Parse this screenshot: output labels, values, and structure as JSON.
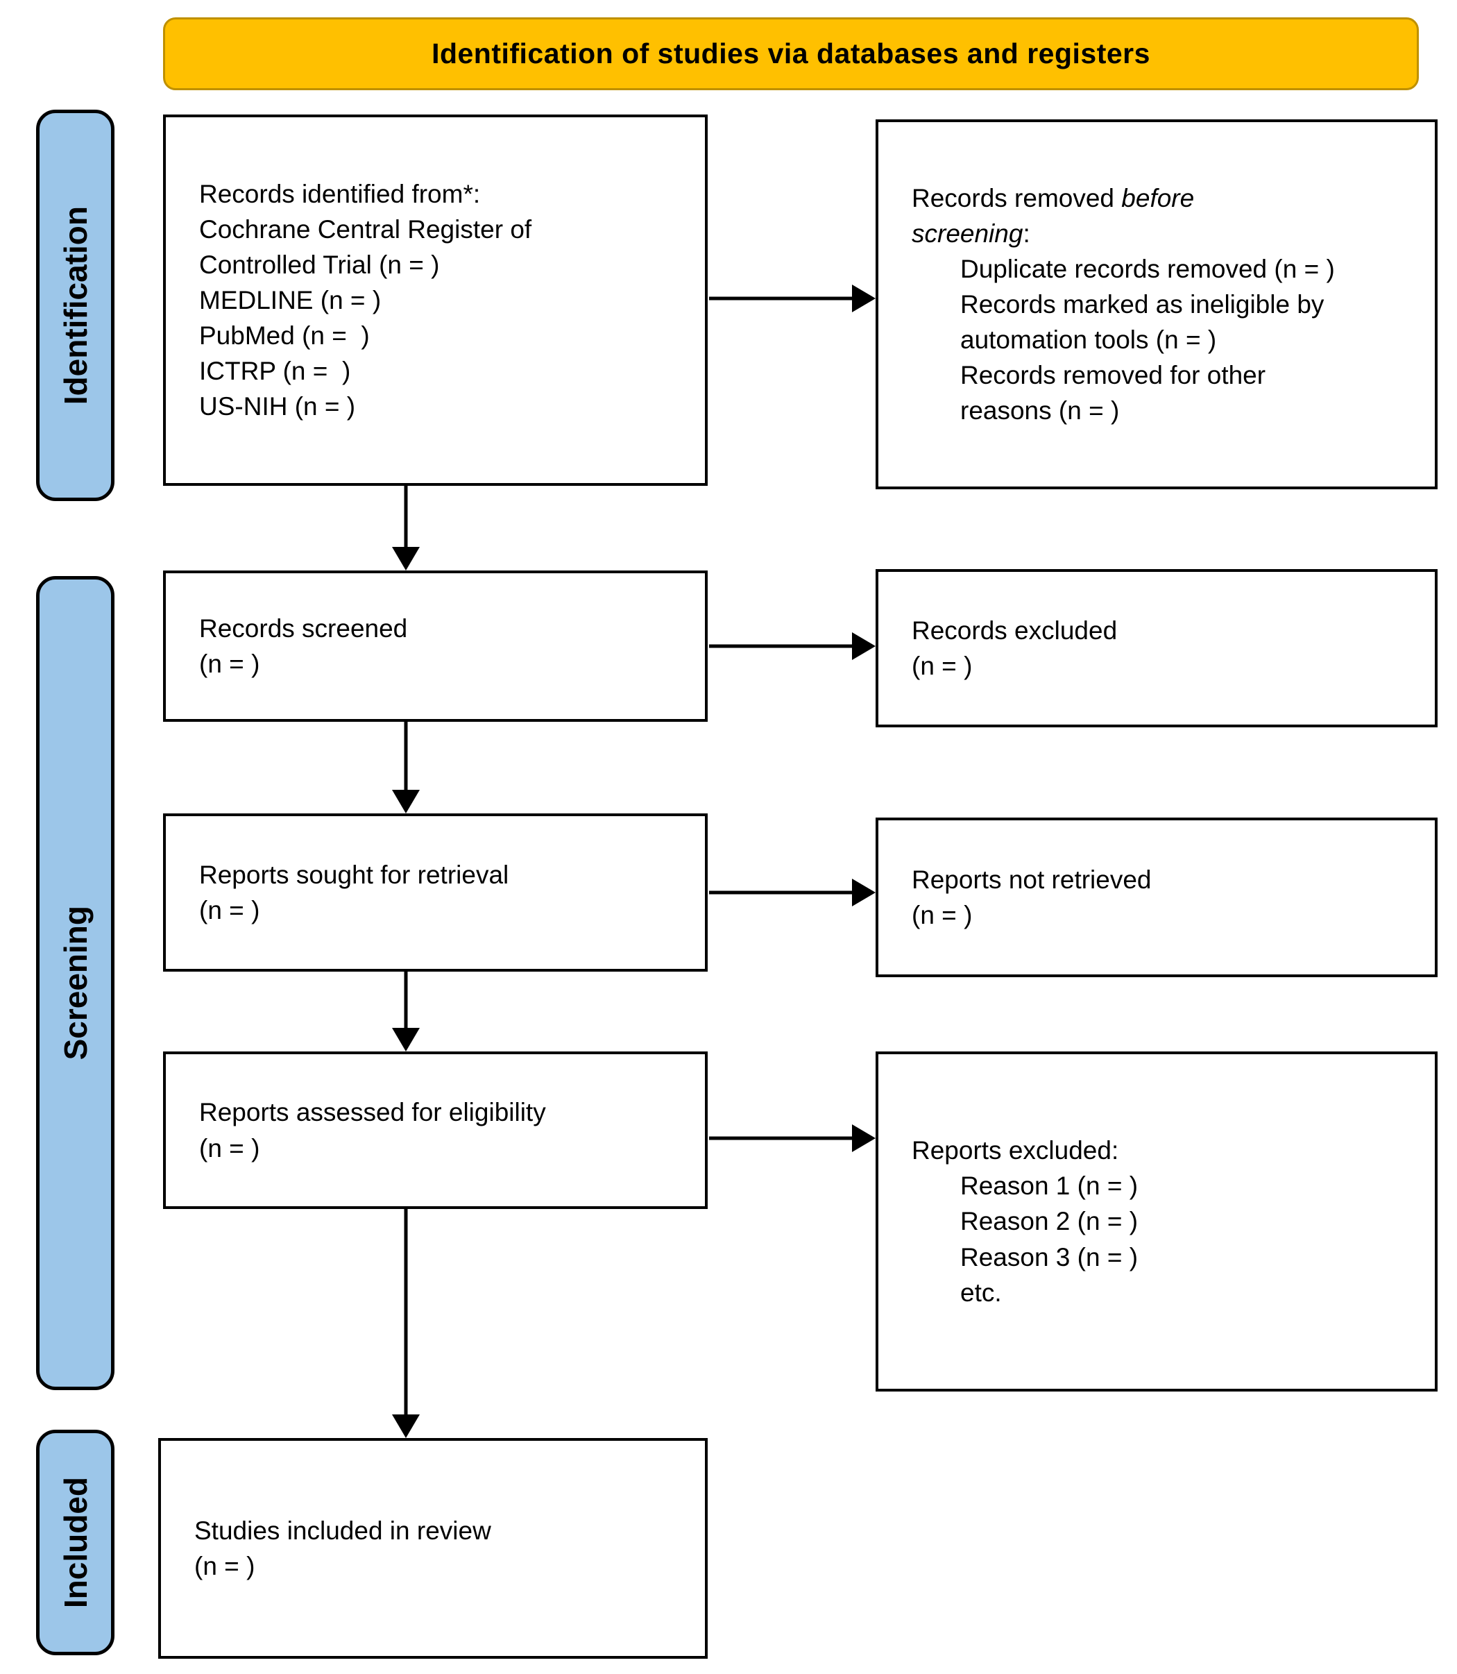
{
  "header": {
    "title": "Identification of studies via databases and registers"
  },
  "stages": [
    {
      "label": "Identification"
    },
    {
      "label": "Screening"
    },
    {
      "label": "Included"
    }
  ],
  "boxes": {
    "records_identified": {
      "lines": [
        "Records identified from*:",
        "Cochrane Central Register of",
        "Controlled Trial (n = )",
        "MEDLINE (n = )",
        "PubMed (n =  )",
        "ICTRP (n =  )",
        "US-NIH (n = )"
      ]
    },
    "records_removed": {
      "line1_normal": "Records removed ",
      "line1_italic": "before",
      "line2_italic": "screening",
      "line2_normal": ":",
      "items": [
        "Duplicate records removed (n = )",
        "Records marked as ineligible by automation tools (n = )",
        "Records removed for other reasons (n = )"
      ]
    },
    "records_screened": {
      "line1": "Records screened",
      "line2": "(n = )"
    },
    "records_excluded": {
      "line1": "Records excluded",
      "line2": "(n = )"
    },
    "reports_sought": {
      "line1": "Reports sought for retrieval",
      "line2": "(n = )"
    },
    "reports_not_retrieved": {
      "line1": "Reports not retrieved",
      "line2": "(n = )"
    },
    "reports_assessed": {
      "line1": "Reports assessed for eligibility",
      "line2": "(n = )"
    },
    "reports_excluded": {
      "title": "Reports excluded:",
      "items": [
        "Reason 1 (n = )",
        "Reason 2 (n = )",
        "Reason 3 (n = )",
        "etc."
      ]
    },
    "studies_included": {
      "line1": "Studies included in review",
      "line2": "(n = )"
    }
  },
  "colors": {
    "banner_fill": "#FFC000",
    "banner_border": "#BF9000",
    "stage_fill": "#9CC6E9",
    "box_border": "#000000",
    "arrow": "#000000"
  }
}
